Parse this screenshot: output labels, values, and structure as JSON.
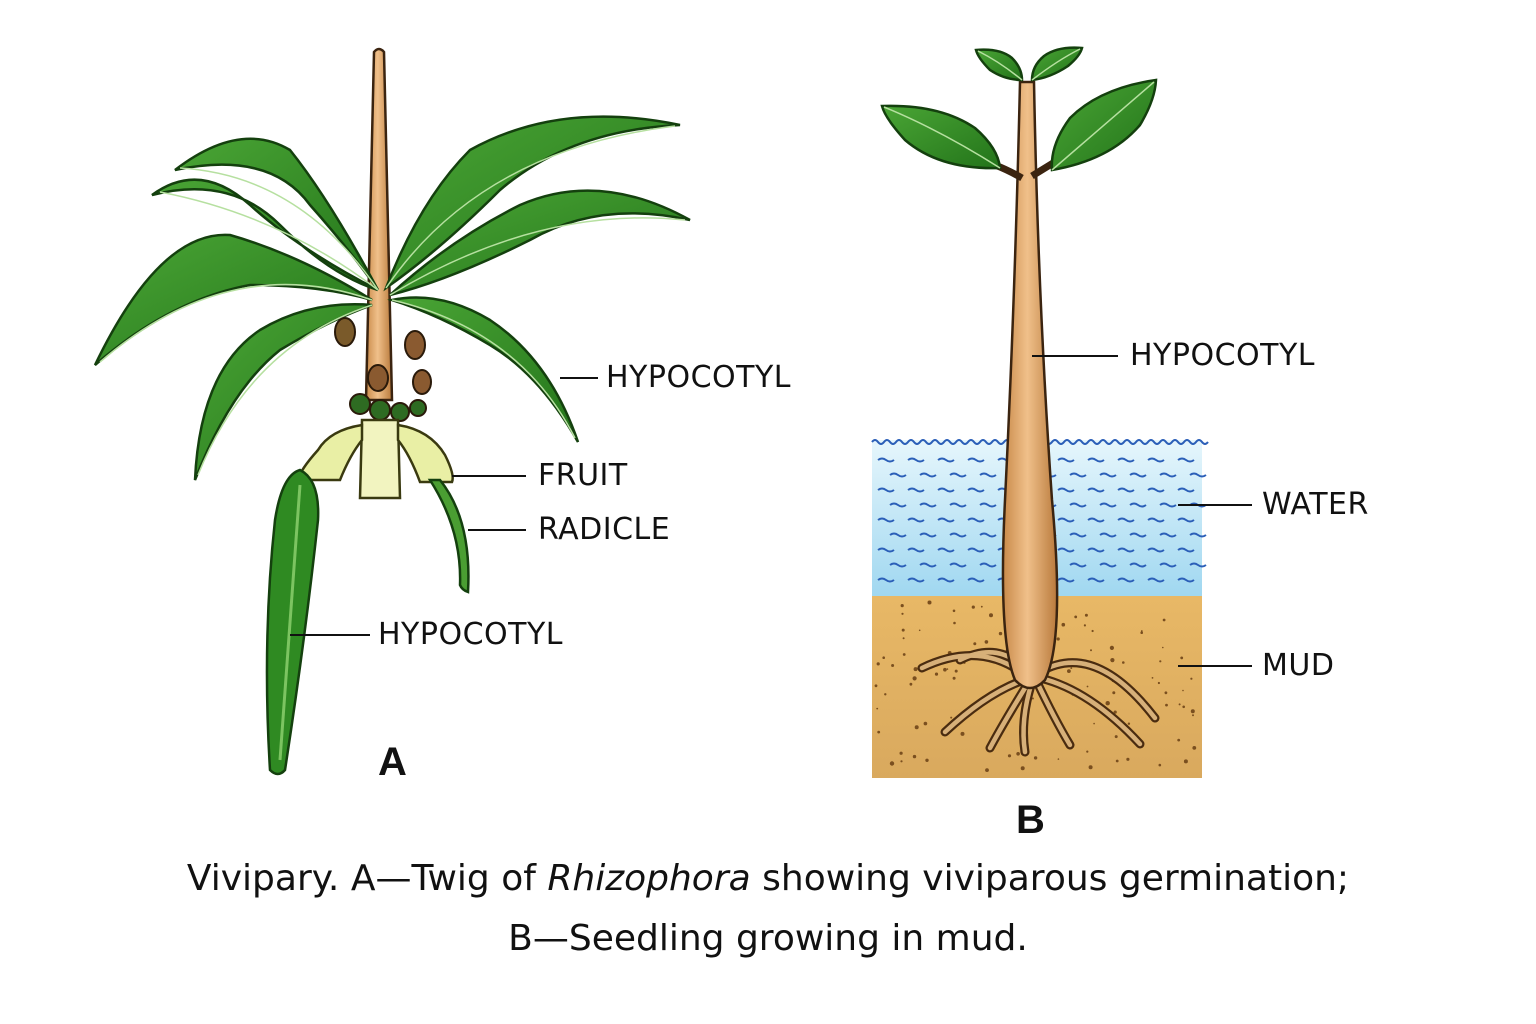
{
  "figure_a": {
    "letter": "A",
    "labels": {
      "hypocotyl_top": "HYPOCOTYL",
      "fruit": "FRUIT",
      "radicle": "RADICLE",
      "hypocotyl_bottom": "HYPOCOTYL"
    }
  },
  "figure_b": {
    "letter": "B",
    "labels": {
      "hypocotyl": "HYPOCOTYL",
      "water": "WATER",
      "mud": "MUD"
    }
  },
  "caption": {
    "line1_before": "Vivipary. A—Twig of ",
    "line1_italic": "Rhizophora",
    "line1_after": " showing viviparous germination;",
    "line2": "B—Seedling growing in mud."
  },
  "colors": {
    "leaf": "#2f8a22",
    "leaf_dark": "#1d5e15",
    "stem": "#d9a36a",
    "water": "#bfe6f6",
    "mud": "#e3b56a"
  }
}
